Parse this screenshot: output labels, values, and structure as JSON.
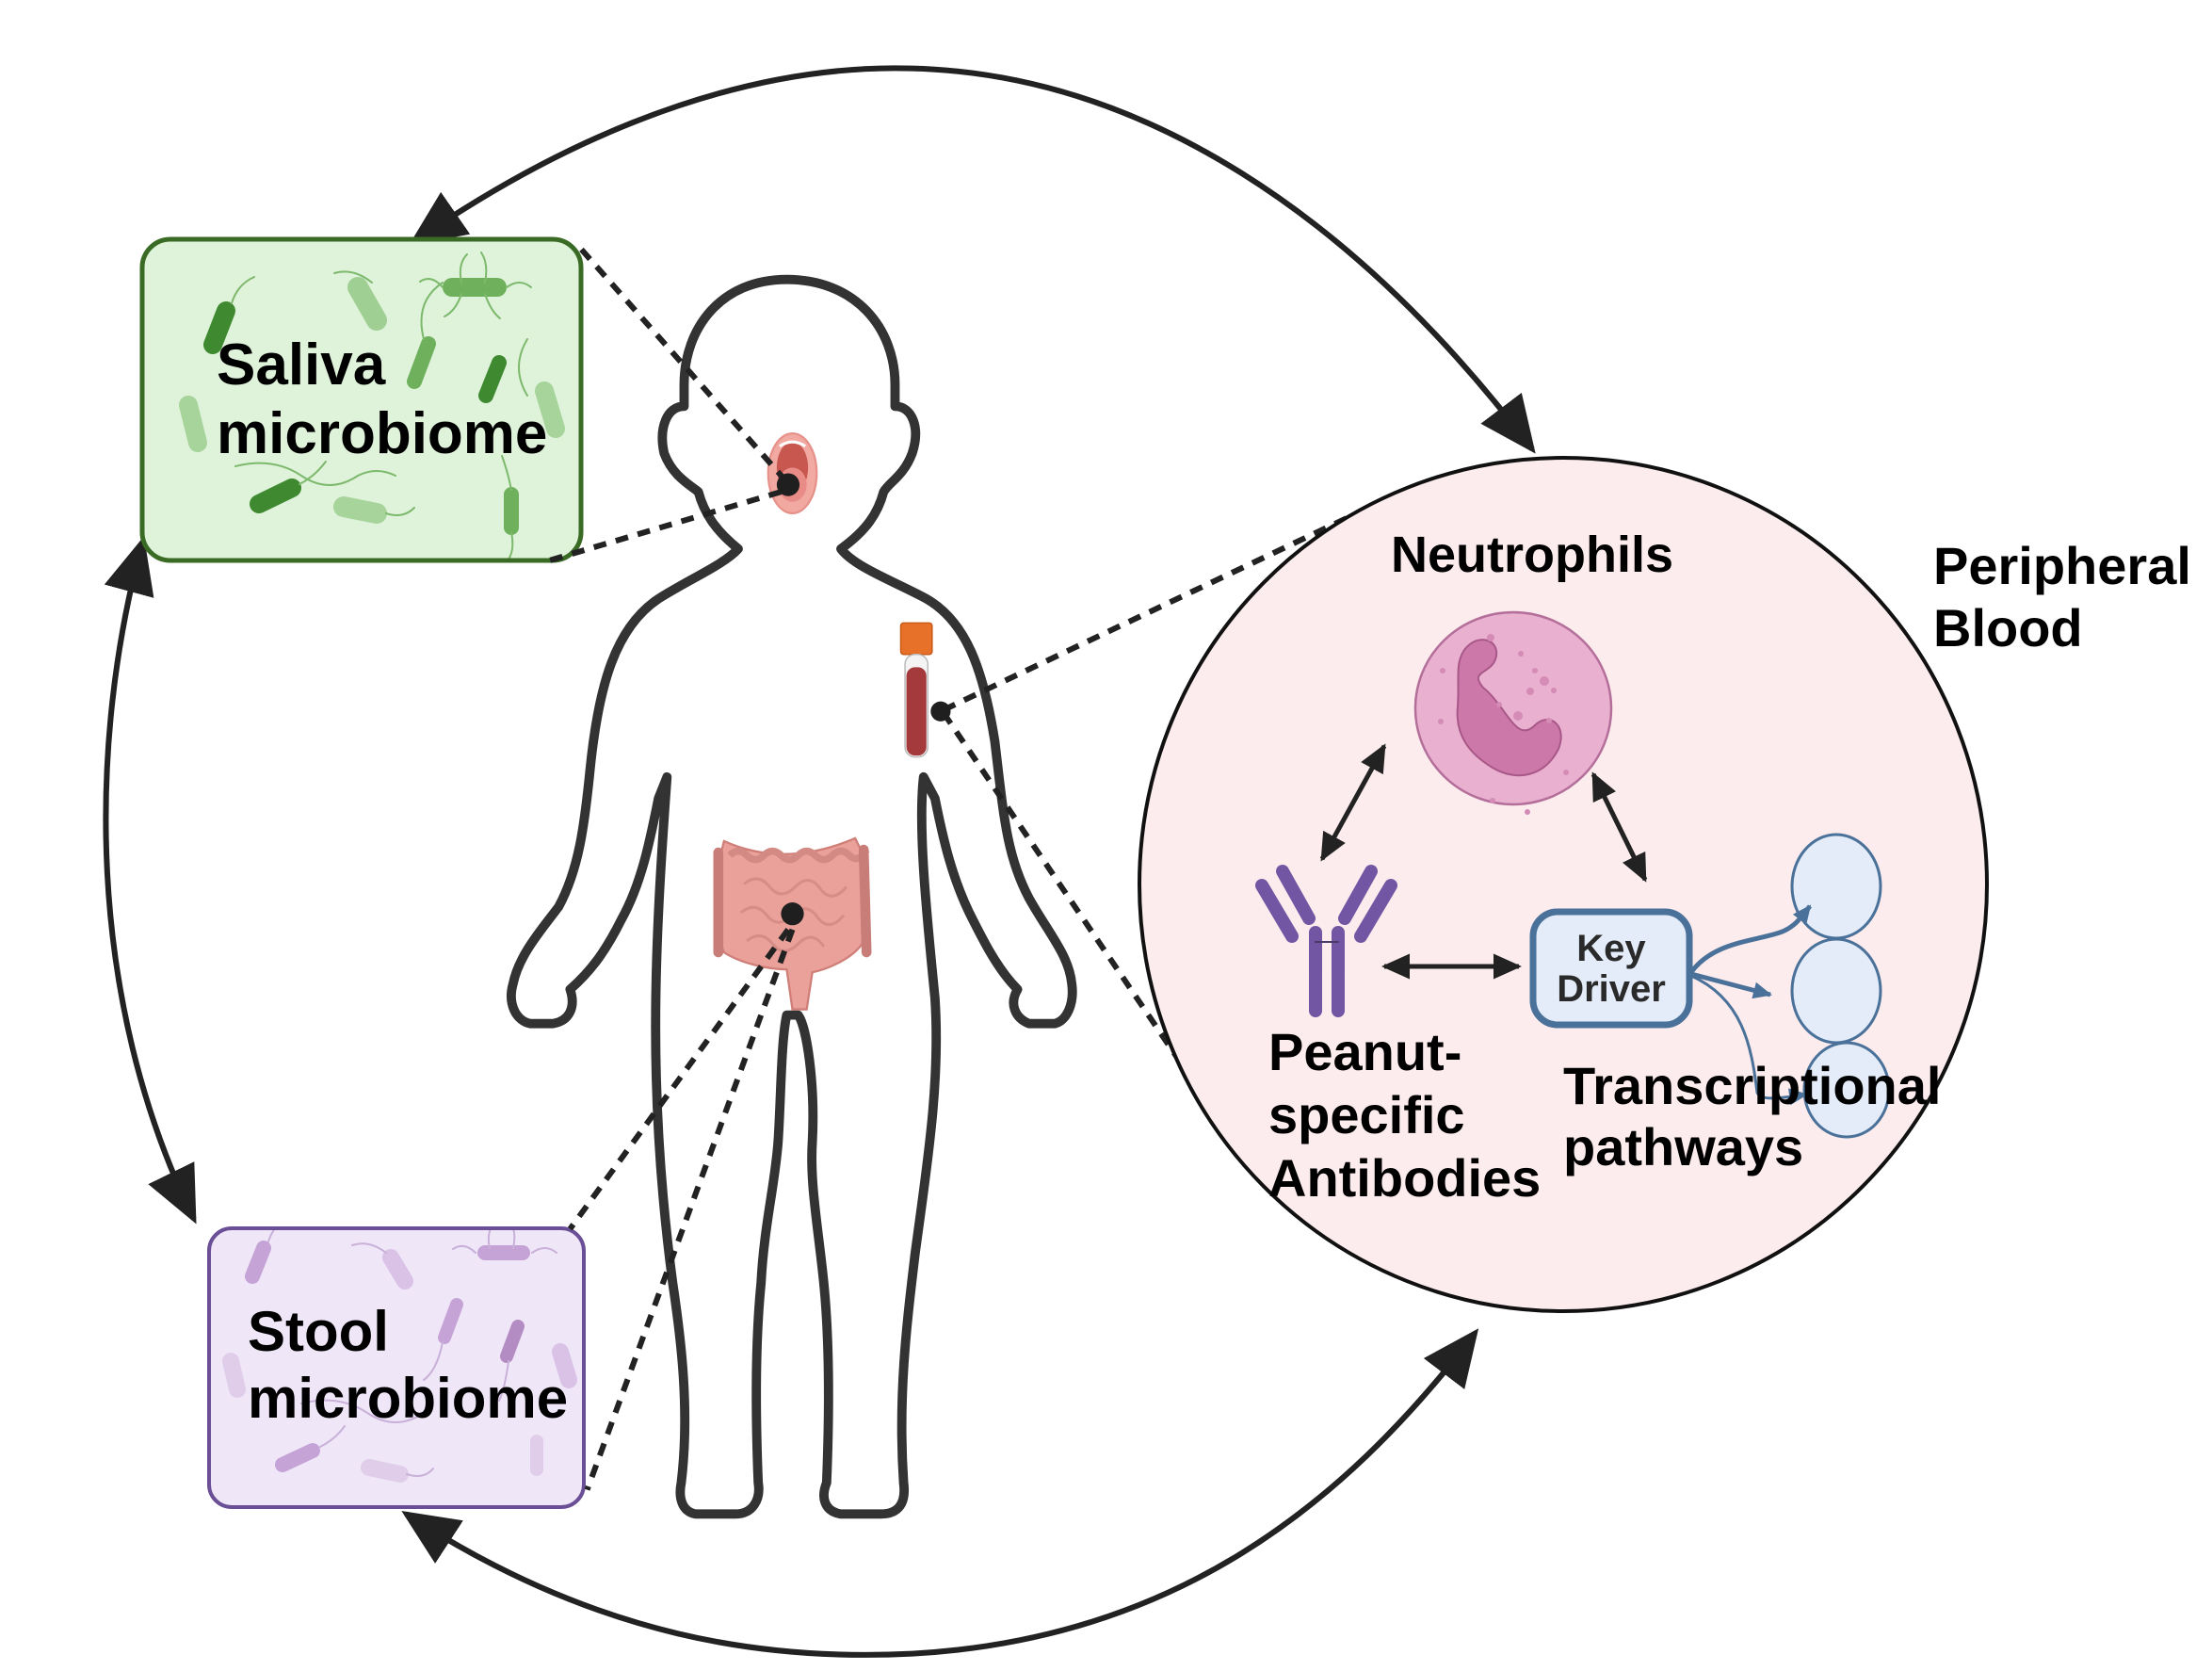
{
  "figure": {
    "saliva": {
      "line1": "Saliva",
      "line2": "microbiome",
      "fill": "#dff2da",
      "stroke": "#3a6b25",
      "bacteria": "#5a9e4a"
    },
    "stool": {
      "line1": "Stool",
      "line2": "microbiome",
      "fill": "#efe6f8",
      "stroke": "#6b4f96",
      "bacteria": "#b48cc4"
    },
    "blood_panel": {
      "title_line1": "Peripheral",
      "title_line2": "Blood",
      "fill": "#fdeced",
      "neutrophils_label": "Neutrophils",
      "antibodies_label": [
        "Peanut-",
        "specific",
        "Antibodies"
      ],
      "key_driver_label": [
        "Key",
        "Driver"
      ],
      "pathways_label": [
        "Transcriptional",
        "pathways"
      ],
      "neutrophil_color": "#eab0d0",
      "nucleus_color": "#cc78a8",
      "antibody_color": "#7356a3",
      "network_stroke": "#4a7199",
      "network_fill": "#e3ecf8"
    },
    "sample_sites": [
      "mouth",
      "blood-tube",
      "intestine"
    ],
    "arrows": [
      {
        "from": "saliva-microbiome",
        "to": "peripheral-blood",
        "type": "bidirectional"
      },
      {
        "from": "saliva-microbiome",
        "to": "stool-microbiome",
        "type": "bidirectional"
      },
      {
        "from": "stool-microbiome",
        "to": "peripheral-blood",
        "type": "bidirectional"
      },
      {
        "from": "neutrophils",
        "to": "peanut-specific-antibodies",
        "type": "bidirectional"
      },
      {
        "from": "neutrophils",
        "to": "key-driver",
        "type": "bidirectional"
      },
      {
        "from": "peanut-specific-antibodies",
        "to": "key-driver",
        "type": "bidirectional"
      }
    ]
  }
}
